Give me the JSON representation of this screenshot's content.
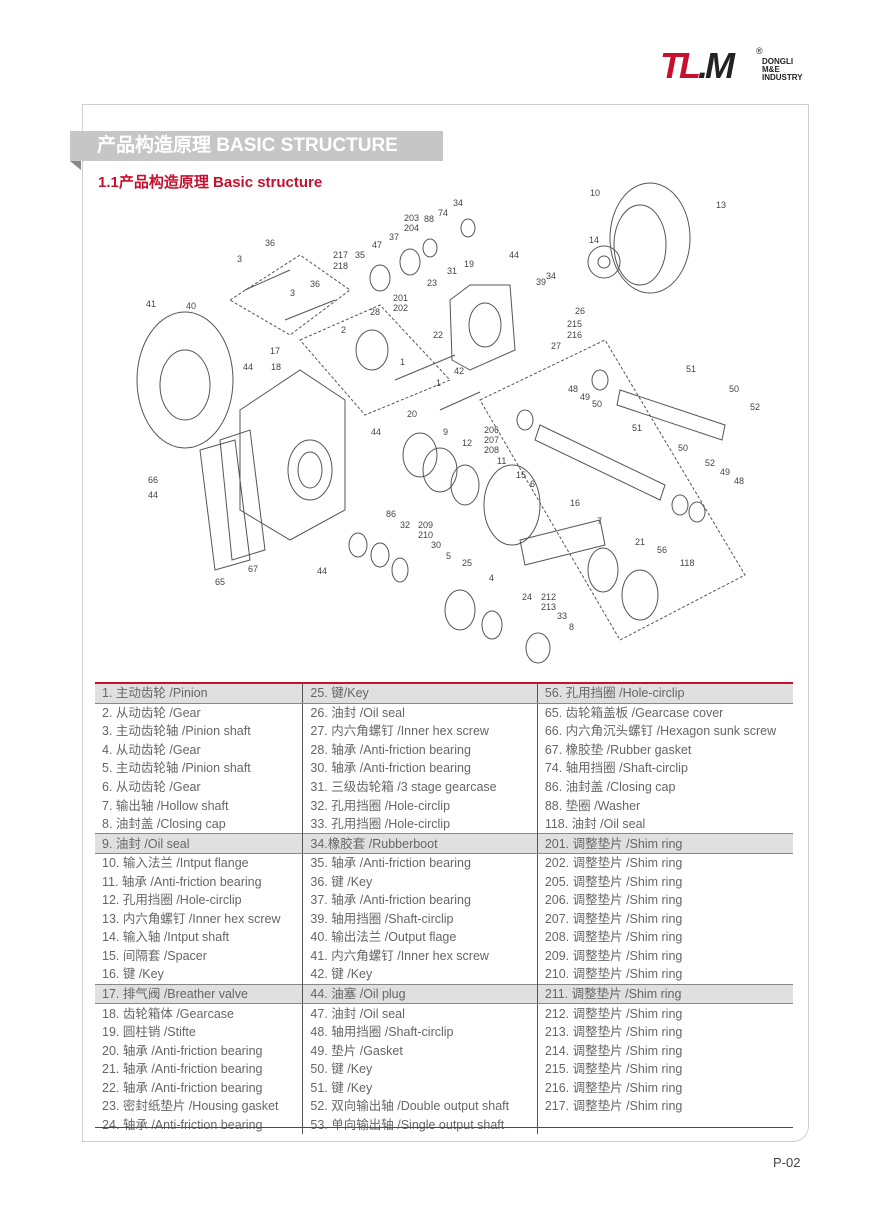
{
  "logo": {
    "mark_red": "TL",
    "mark_dark": ".M",
    "registered": "®",
    "company_lines": [
      "DONGLI",
      "M&E",
      "INDUSTRY"
    ]
  },
  "header": {
    "title": "产品构造原理 BASIC STRUCTURE",
    "subtitle": "1.1产品构造原理 Basic structure"
  },
  "colors": {
    "accent": "#c8102e",
    "header_bar": "#c6c6c6"
  },
  "diagram": {
    "callouts": [
      "10",
      "13",
      "34",
      "74",
      "88",
      "203",
      "204",
      "37",
      "47",
      "36",
      "35",
      "217",
      "218",
      "44",
      "19",
      "14",
      "3",
      "31",
      "39",
      "34",
      "36",
      "3",
      "23",
      "201",
      "202",
      "28",
      "41",
      "40",
      "26",
      "215",
      "216",
      "27",
      "2",
      "22",
      "17",
      "1",
      "44",
      "18",
      "42",
      "51",
      "1",
      "48",
      "50",
      "49",
      "50",
      "52",
      "20",
      "51",
      "9",
      "206",
      "207",
      "208",
      "12",
      "44",
      "50",
      "11",
      "52",
      "49",
      "48",
      "15",
      "6",
      "66",
      "44",
      "16",
      "86",
      "32",
      "209",
      "210",
      "7",
      "30",
      "21",
      "56",
      "5",
      "25",
      "118",
      "4",
      "67",
      "44",
      "65",
      "24",
      "212",
      "213",
      "33",
      "8"
    ]
  },
  "parts_table": {
    "rows": [
      [
        "1. 主动齿轮 /Pinion",
        "25. 键/Key",
        "56. 孔用挡圈 /Hole-circlip"
      ],
      [
        "2. 从动齿轮 /Gear",
        "26. 油封 /Oil seal",
        "65. 齿轮箱盖板 /Gearcase cover"
      ],
      [
        "3. 主动齿轮轴 /Pinion shaft",
        "27. 内六角螺钉 /Inner hex screw",
        "66. 内六角沉头螺钉 /Hexagon sunk screw"
      ],
      [
        "4. 从动齿轮 /Gear",
        "28. 轴承 /Anti-friction bearing",
        "67. 橡胶垫 /Rubber gasket"
      ],
      [
        "5. 主动齿轮轴 /Pinion shaft",
        "30. 轴承 /Anti-friction bearing",
        "74. 轴用挡圈 /Shaft-circlip"
      ],
      [
        "6. 从动齿轮 /Gear",
        "31. 三级齿轮箱 /3 stage gearcase",
        "86. 油封盖 /Closing cap"
      ],
      [
        "7. 输出轴 /Hollow shaft",
        "32. 孔用挡圈 /Hole-circlip",
        "88. 垫圈 /Washer"
      ],
      [
        "8. 油封盖 /Closing cap",
        "33. 孔用挡圈 /Hole-circlip",
        "118. 油封 /Oil seal"
      ],
      [
        "9. 油封 /Oil seal",
        "34.橡胶套 /Rubberboot",
        "201. 调整垫片 /Shim ring"
      ],
      [
        "10. 输入法兰 /Intput flange",
        "35. 轴承 /Anti-friction bearing",
        "202. 调整垫片 /Shim ring"
      ],
      [
        "11. 轴承 /Anti-friction bearing",
        "36. 键 /Key",
        "205. 调整垫片 /Shim ring"
      ],
      [
        "12. 孔用挡圈 /Hole-circlip",
        "37. 轴承 /Anti-friction bearing",
        "206. 调整垫片 /Shim ring"
      ],
      [
        "13. 内六角螺钉 /Inner hex screw",
        "39. 轴用挡圈 /Shaft-circlip",
        "207. 调整垫片 /Shim ring"
      ],
      [
        "14. 输入轴 /Intput shaft",
        "40. 输出法兰 /Output flage",
        "208. 调整垫片 /Shim ring"
      ],
      [
        "15. 间隔套 /Spacer",
        "41. 内六角螺钉 /Inner hex screw",
        "209. 调整垫片 /Shim ring"
      ],
      [
        "16. 键 /Key",
        "42. 键 /Key",
        "210. 调整垫片 /Shim ring"
      ],
      [
        "17. 排气阀 /Breather valve",
        "44. 油塞 /Oil plug",
        "211. 调整垫片 /Shim ring"
      ],
      [
        "18. 齿轮箱体 /Gearcase",
        "47. 油封 /Oil seal",
        "212. 调整垫片 /Shim ring"
      ],
      [
        "19. 圆柱销 /Stifte",
        "48. 轴用挡圈 /Shaft-circlip",
        "213. 调整垫片 /Shim ring"
      ],
      [
        "20. 轴承 /Anti-friction bearing",
        "49. 垫片 /Gasket",
        "214. 调整垫片 /Shim ring"
      ],
      [
        "21. 轴承 /Anti-friction bearing",
        "50. 键 /Key",
        "215. 调整垫片 /Shim ring"
      ],
      [
        "22. 轴承 /Anti-friction bearing",
        "51. 键 /Key",
        "216. 调整垫片 /Shim ring"
      ],
      [
        "23. 密封纸垫片 /Housing gasket",
        "52. 双向输出轴 /Double output shaft",
        "217. 调整垫片 /Shim ring"
      ],
      [
        "24. 轴承 /Anti-friction bearing",
        "53. 单向输出轴 /Single output shaft",
        ""
      ]
    ]
  },
  "footer": {
    "page": "P-02"
  }
}
